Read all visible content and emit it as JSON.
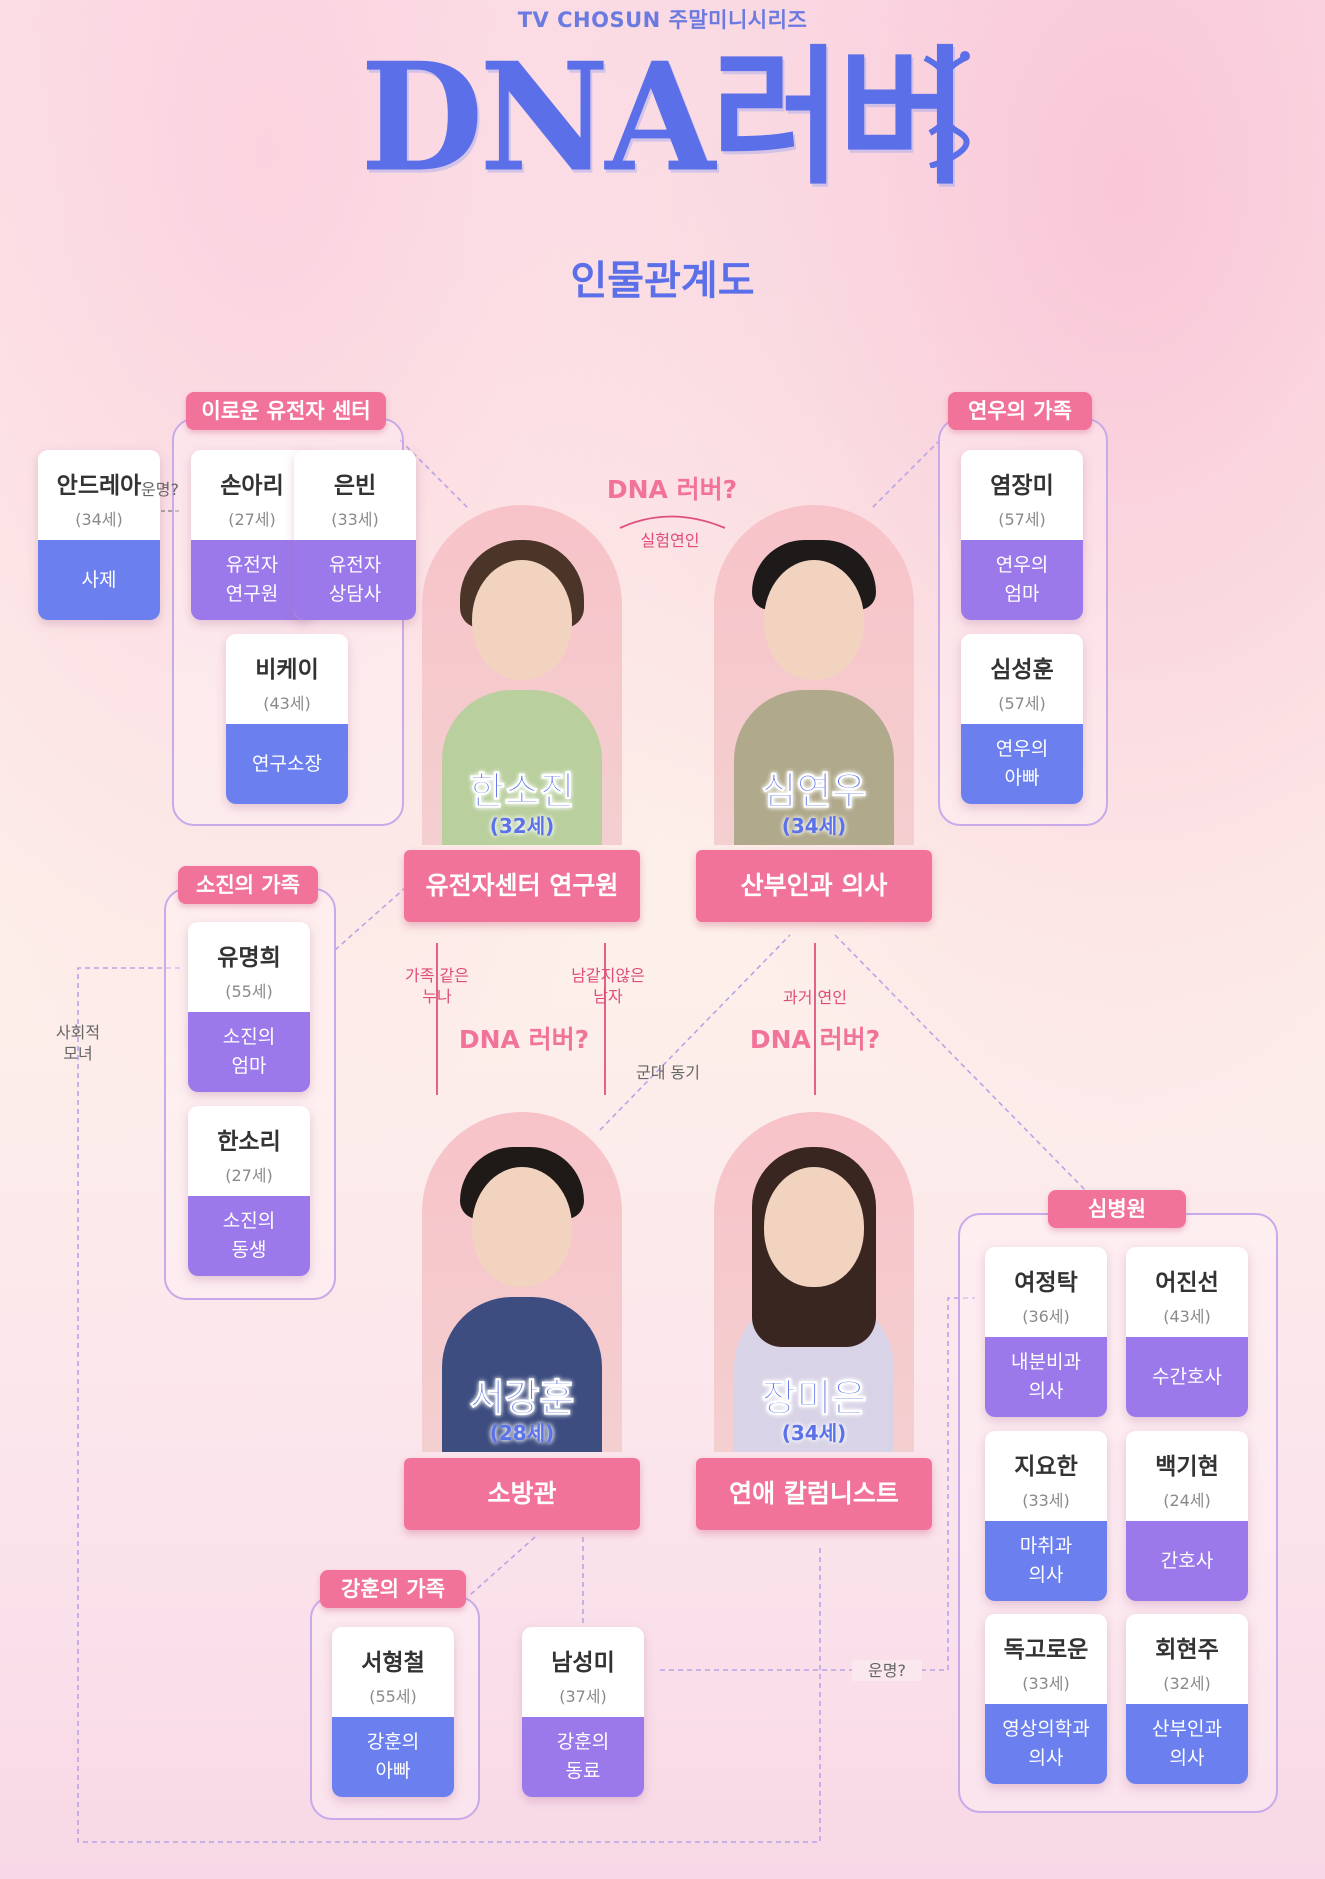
{
  "header": {
    "broadcaster": "TV CHOSUN 주말미니시리즈",
    "show_title": "DNA러버",
    "chart_title": "인물관계도"
  },
  "groups": {
    "genetics_center": "이로운 유전자 센터",
    "yeonwoo_family": "연우의 가족",
    "sojin_family": "소진의 가족",
    "ganghoon_family": "강훈의 가족",
    "hospital": "심병원"
  },
  "people": {
    "andrea": {
      "name": "안드레아",
      "age": "(34세)",
      "role": "사제"
    },
    "son_ari": {
      "name": "손아리",
      "age": "(27세)",
      "role": "유전자\n연구원"
    },
    "eunbin": {
      "name": "은빈",
      "age": "(33세)",
      "role": "유전자\n상담사"
    },
    "bk": {
      "name": "비케이",
      "age": "(43세)",
      "role": "연구소장"
    },
    "yeom_jangmi": {
      "name": "염장미",
      "age": "(57세)",
      "role": "연우의\n엄마"
    },
    "sim_seonghoon": {
      "name": "심성훈",
      "age": "(57세)",
      "role": "연우의\n아빠"
    },
    "yu_myeonghee": {
      "name": "유명희",
      "age": "(55세)",
      "role": "소진의\n엄마"
    },
    "han_sori": {
      "name": "한소리",
      "age": "(27세)",
      "role": "소진의\n동생"
    },
    "seo_hyeongcheol": {
      "name": "서형철",
      "age": "(55세)",
      "role": "강훈의\n아빠"
    },
    "nam_seongmi": {
      "name": "남성미",
      "age": "(37세)",
      "role": "강훈의\n동료"
    },
    "yeo_jeongtak": {
      "name": "여정탁",
      "age": "(36세)",
      "role": "내분비과\n의사"
    },
    "eo_jinseon": {
      "name": "어진선",
      "age": "(43세)",
      "role": "수간호사"
    },
    "ji_yohan": {
      "name": "지요한",
      "age": "(33세)",
      "role": "마취과\n의사"
    },
    "baek_gihyeon": {
      "name": "백기현",
      "age": "(24세)",
      "role": "간호사"
    },
    "dok_goroun": {
      "name": "독고로운",
      "age": "(33세)",
      "role": "영상의학과\n의사"
    },
    "hoe_hyeonju": {
      "name": "회현주",
      "age": "(32세)",
      "role": "산부인과\n의사"
    }
  },
  "main": {
    "han_sojin": {
      "name": "한소진",
      "age": "(32세)",
      "job": "유전자센터 연구원"
    },
    "sim_yeonwoo": {
      "name": "심연우",
      "age": "(34세)",
      "job": "산부인과 의사"
    },
    "seo_ganghoon": {
      "name": "서강훈",
      "age": "(28세)",
      "job": "소방관"
    },
    "jang_mieun": {
      "name": "장미은",
      "age": "(34세)",
      "job": "연애 칼럼니스트"
    }
  },
  "relations": {
    "top_dna": "DNA 러버?",
    "top_sub": "실험연인",
    "fate_1": "운명?",
    "fate_2": "운명?",
    "family_like": "가족 같은\n누나",
    "not_manly": "남같지않은\n남자",
    "left_dna": "DNA 러버?",
    "army": "군대 동기",
    "past_lover": "과거 연인",
    "right_dna": "DNA 러버?",
    "social": "사회적\n모녀"
  },
  "colors": {
    "accent_pink": "#f2739a",
    "title_blue": "#5b6fe8",
    "role_blue": "#6b80ee",
    "role_purple": "#9b79ea",
    "group_border": "#c8a9ea"
  }
}
